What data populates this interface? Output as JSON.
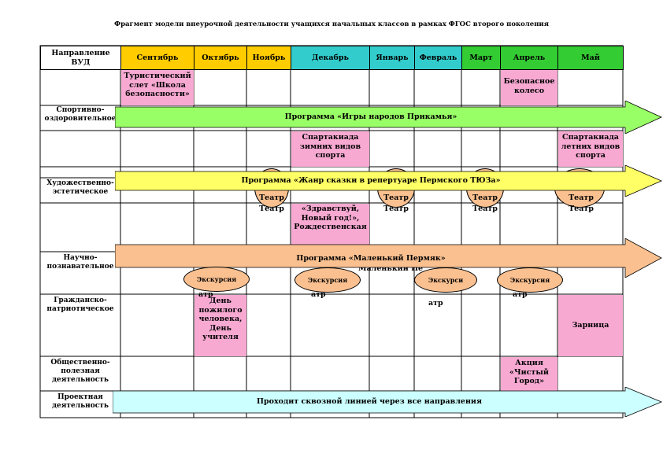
{
  "title": "Фрагмент модели внеурочной деятельности учащихся начальных классов в рамках ФГОС второго поколения",
  "header": {
    "direction": "Направление ВУД",
    "months": [
      "Сентябрь",
      "Октябрь",
      "Ноябрь",
      "Декабрь",
      "Январь",
      "Февраль",
      "Март",
      "Апрель",
      "Май"
    ],
    "colors": [
      "#ffcc00",
      "#ffcc00",
      "#ffcc00",
      "#33cccc",
      "#33cccc",
      "#33cccc",
      "#33cc33",
      "#33cc33",
      "#33cc33"
    ]
  },
  "rows": {
    "sport": "Спортивно-оздоровительное",
    "art": "Художественно-эстетическое",
    "science": "Научно-познавательное",
    "civic": "Гражданско-патриотическое",
    "social": "Общественно-полезная деятельность",
    "project": "Проектная деятельность"
  },
  "events": {
    "tourist": "Туристический слет «Школа безопасности»",
    "safe_wheel": "Безопасное колесо",
    "winter_spartakiad": "Спартакиада зимних видов спорта",
    "summer_spartakiad": "Спартакиада летних видов спорта",
    "new_year": "«Здравствуй, Новый год!», Рождественская",
    "elderly_day": "День пожилого человека, День учителя",
    "zarnitsa": "Зарница",
    "action_clean": "Акция «Чистый Город»"
  },
  "arrows": {
    "games": "Программа «Игры народов Прикамья»",
    "fairy": "Программа «Жанр сказки в репертуаре Пермского ТЮЗа»",
    "permyak": "Программа «Маленький Пермяк»",
    "through": "Проходит сквозной линией через все направления"
  },
  "colors": {
    "green_arrow": "#99ff66",
    "yellow_arrow": "#ffff66",
    "orange_arrow": "#fac090",
    "blue_arrow": "#ccffff",
    "pink": "#f7a9d2",
    "oval": "#fac090"
  },
  "theatre": "Театр",
  "excursion": "Экскурсия",
  "excursion_cut": "Экскурси",
  "excursion_tail": "атр",
  "hidden_tail": "Маленький Пе"
}
